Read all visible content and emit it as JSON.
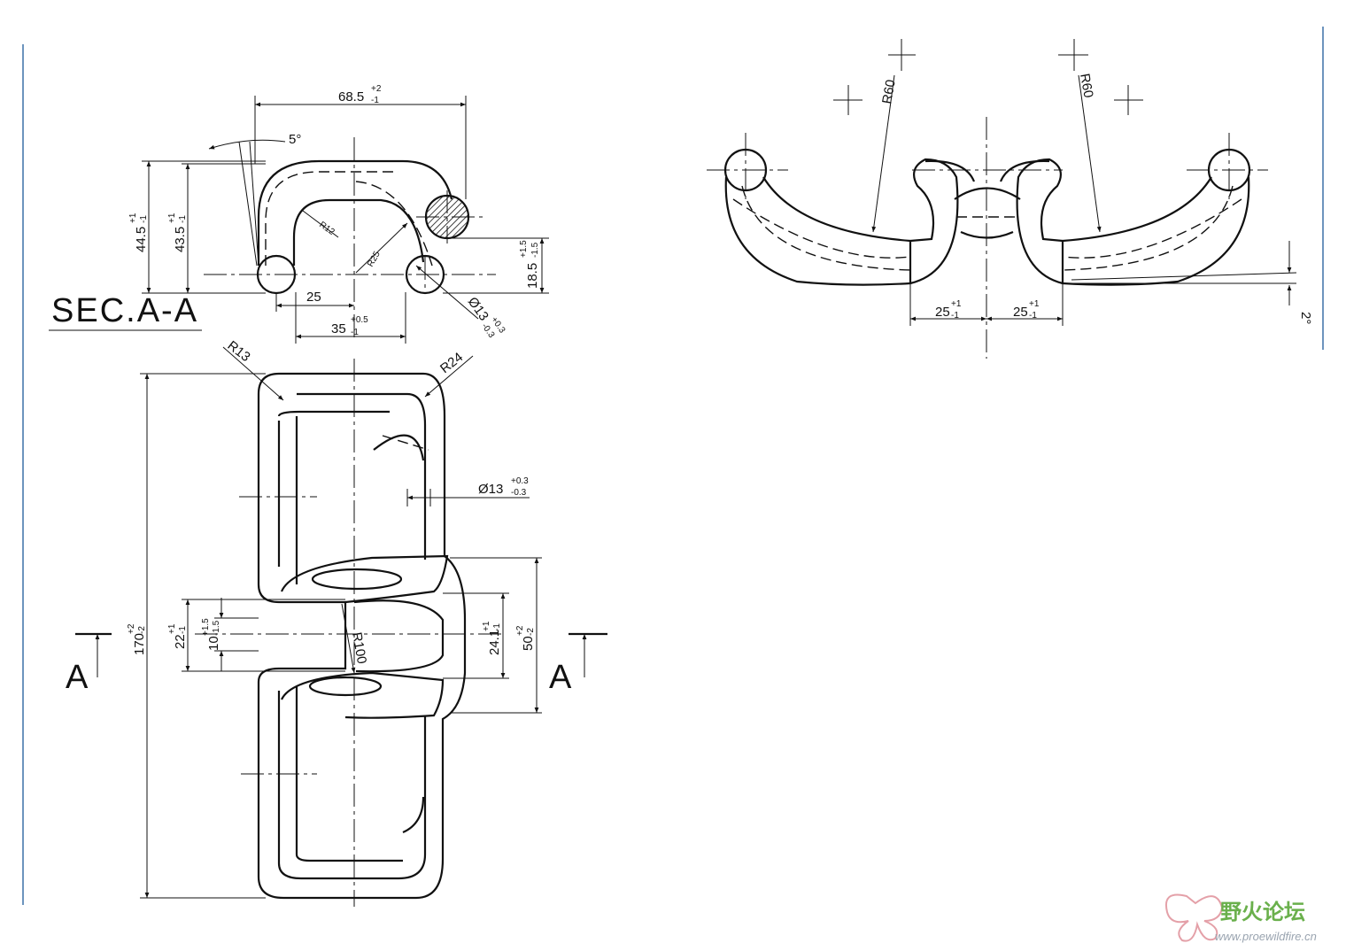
{
  "section": {
    "label": "SEC.A-A",
    "dims": {
      "width_top": {
        "base": "68.5",
        "tol_up": "+2",
        "tol_dn": "-1"
      },
      "angle": "5°",
      "height_outer": {
        "base": "44.5",
        "tol_up": "+1",
        "tol_dn": "-1"
      },
      "height_inner": {
        "base": "43.5",
        "tol_up": "+1",
        "tol_dn": "-1"
      },
      "r_inner": "R12",
      "r_outer": "R25",
      "span_25": "25",
      "span_35": {
        "base": "35",
        "tol_up": "+0.5",
        "tol_dn": "-1"
      },
      "height_offset": {
        "base": "18.5",
        "tol_up": "+1.5",
        "tol_dn": "-1.5"
      },
      "dia": {
        "base": "Ø13",
        "tol_up": "+0.3",
        "tol_dn": "-0.3"
      }
    }
  },
  "plan": {
    "dims": {
      "r_corner": "R13",
      "r_outer_corner": "R24",
      "dia": {
        "base": "Ø13",
        "tol_up": "+0.3",
        "tol_dn": "-0.3"
      },
      "length": {
        "base": "170",
        "tol_up": "+2",
        "tol_dn": "-2"
      },
      "waist_22": {
        "base": "22",
        "tol_up": "+1",
        "tol_dn": "-1"
      },
      "waist_10": {
        "base": "10",
        "tol_up": "+1.5",
        "tol_dn": "-1.5"
      },
      "r_100": "R100",
      "gap_24": {
        "base": "24.1",
        "tol_up": "+1",
        "tol_dn": "-1"
      },
      "width_50": {
        "base": "50",
        "tol_up": "+2",
        "tol_dn": "-2"
      }
    },
    "cut_left": "A",
    "cut_right": "A"
  },
  "front": {
    "dims": {
      "r_left": "R60",
      "r_right": "R60",
      "span_left": {
        "base": "25",
        "tol_up": "+1",
        "tol_dn": "-1"
      },
      "span_right": {
        "base": "25",
        "tol_up": "+1",
        "tol_dn": "-1"
      },
      "angle": "2°"
    }
  },
  "watermark": {
    "cn": "野火论坛",
    "url": "www.proewildfire.cn"
  },
  "colors": {
    "line": "#111111",
    "border": "#1e5a9a",
    "watermark_green": "#6ab04c"
  }
}
